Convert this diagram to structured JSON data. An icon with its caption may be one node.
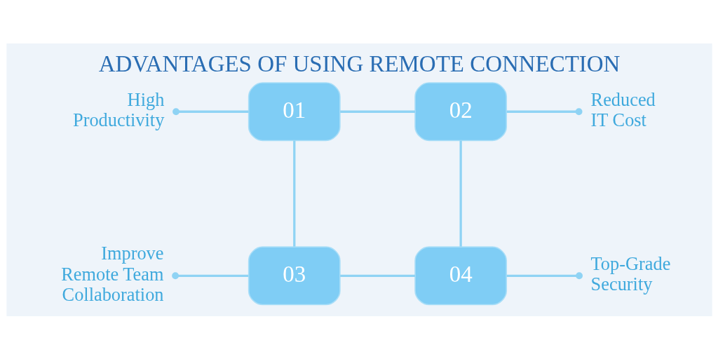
{
  "diagram": {
    "title": "ADVANTAGES OF USING REMOTE CONNECTION",
    "nodes": [
      {
        "text": [
          "High Productivity"
        ]
      },
      {
        "text": [
          "01"
        ]
      },
      {
        "text": [
          "02"
        ]
      },
      {
        "text": [
          "Reduced IT Cost"
        ]
      },
      {
        "text": [
          "Improve Remote Team Collaboration"
        ]
      },
      {
        "text": [
          "03"
        ]
      },
      {
        "text": [
          "04"
        ]
      },
      {
        "text": [
          "Top-Grade Security"
        ]
      }
    ],
    "edges": [
      {
        "from": 0,
        "to": 1,
        "arrow": "other"
      },
      {
        "from": 3,
        "to": 2,
        "arrow": "other"
      },
      {
        "from": 4,
        "to": 5,
        "arrow": "other"
      },
      {
        "from": 7,
        "to": 6,
        "arrow": "other"
      },
      {
        "from": 1,
        "to": 2,
        "arrow": "none"
      },
      {
        "from": 1,
        "to": 5,
        "arrow": "none"
      },
      {
        "from": 2,
        "to": 6,
        "arrow": "none"
      },
      {
        "from": 5,
        "to": 6,
        "arrow": "none"
      }
    ]
  }
}
